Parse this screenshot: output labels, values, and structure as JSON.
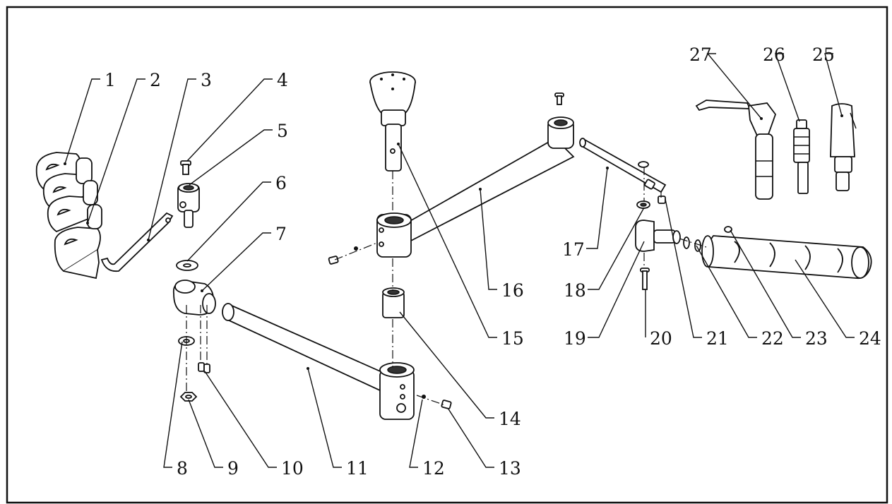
{
  "diagram": {
    "border_color": "#111111",
    "callouts": [
      {
        "id": "c1",
        "label": "1"
      },
      {
        "id": "c2",
        "label": "2"
      },
      {
        "id": "c3",
        "label": "3"
      },
      {
        "id": "c4",
        "label": "4"
      },
      {
        "id": "c5",
        "label": "5"
      },
      {
        "id": "c6",
        "label": "6"
      },
      {
        "id": "c7",
        "label": "7"
      },
      {
        "id": "c8",
        "label": "8"
      },
      {
        "id": "c9",
        "label": "9"
      },
      {
        "id": "c10",
        "label": "10"
      },
      {
        "id": "c11",
        "label": "11"
      },
      {
        "id": "c12",
        "label": "12"
      },
      {
        "id": "c13",
        "label": "13"
      },
      {
        "id": "c14",
        "label": "14"
      },
      {
        "id": "c15",
        "label": "15"
      },
      {
        "id": "c16",
        "label": "16"
      },
      {
        "id": "c17",
        "label": "17"
      },
      {
        "id": "c18",
        "label": "18"
      },
      {
        "id": "c19",
        "label": "19"
      },
      {
        "id": "c20",
        "label": "20"
      },
      {
        "id": "c21",
        "label": "21"
      },
      {
        "id": "c22",
        "label": "22"
      },
      {
        "id": "c23",
        "label": "23"
      },
      {
        "id": "c24",
        "label": "24"
      },
      {
        "id": "c25",
        "label": "25"
      },
      {
        "id": "c26",
        "label": "26"
      },
      {
        "id": "c27",
        "label": "27"
      }
    ]
  }
}
